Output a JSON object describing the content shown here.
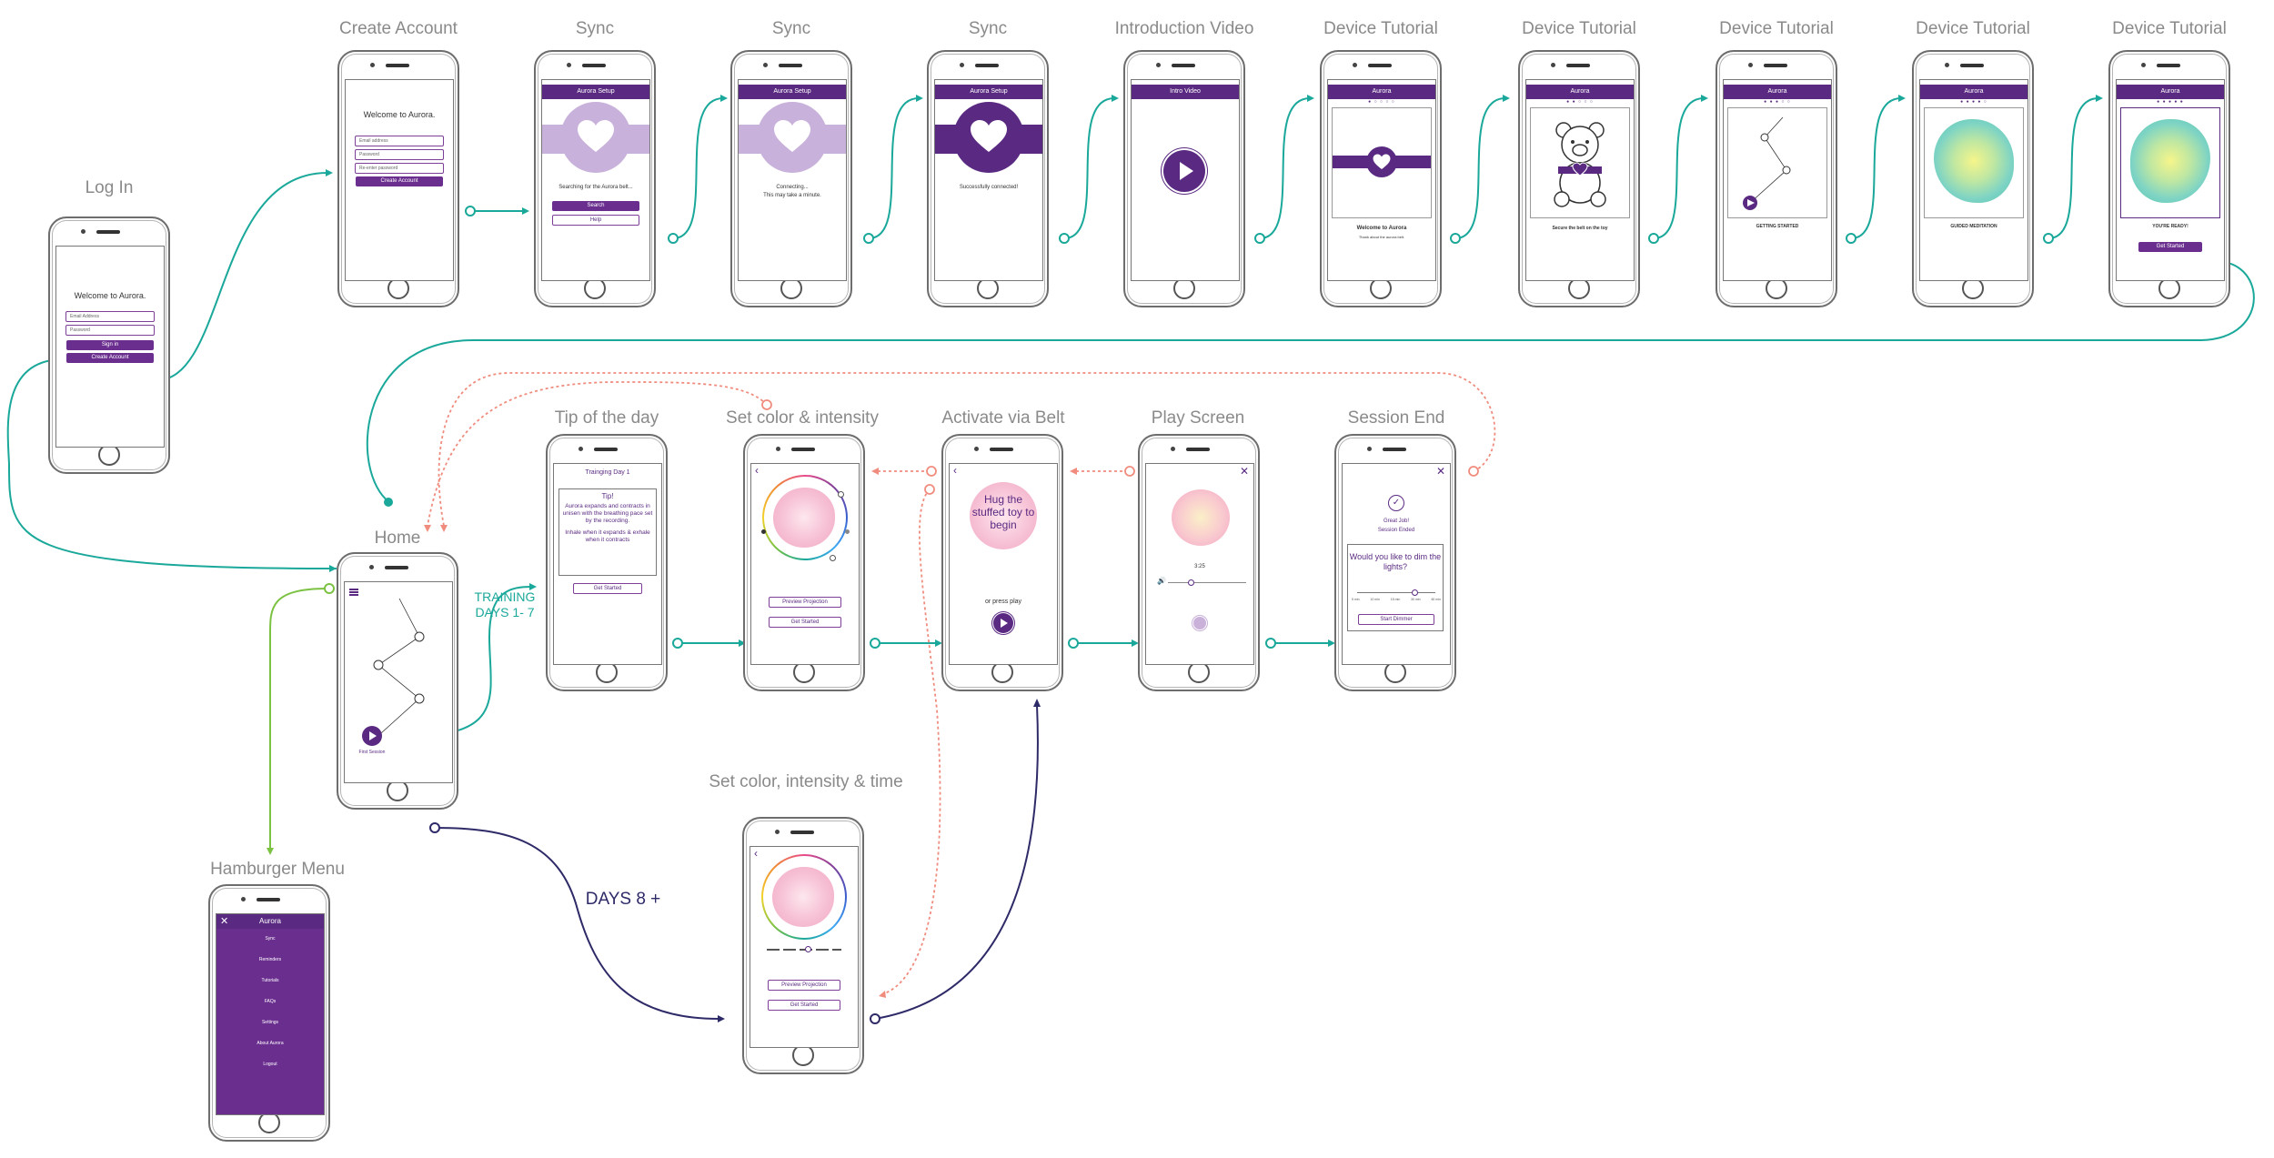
{
  "screens": {
    "login": {
      "title": "Log In",
      "welcome": "Welcome to Aurora.",
      "email_placeholder": "Email Address",
      "password_placeholder": "Password",
      "sign_in": "Sign in",
      "create_account": "Create Account"
    },
    "create_account": {
      "title": "Create Account",
      "welcome": "Welcome to Aurora.",
      "email_placeholder": "Email address",
      "password_placeholder": "Password",
      "repassword_placeholder": "Re-enter password",
      "create_button": "Create Account"
    },
    "sync1": {
      "title": "Sync",
      "bar": "Aurora Setup",
      "status": "Searching for the Aurora belt...",
      "search_button": "Search",
      "help_button": "Help"
    },
    "sync2": {
      "title": "Sync",
      "bar": "Aurora Setup",
      "status_line1": "Connecting...",
      "status_line2": "This may take a minute."
    },
    "sync3": {
      "title": "Sync",
      "bar": "Aurora Setup",
      "status": "Successfully connected!"
    },
    "intro_video": {
      "title": "Introduction Video",
      "bar": "Intro Video"
    },
    "tutorial1": {
      "title": "Device Tutorial",
      "bar": "Aurora",
      "heading": "Welcome to Aurora",
      "body": "Thank about the aurora belt."
    },
    "tutorial2": {
      "title": "Device Tutorial",
      "bar": "Aurora",
      "heading": "Secure the belt on the toy"
    },
    "tutorial3": {
      "title": "Device Tutorial",
      "bar": "Aurora",
      "heading": "GETTING STARTED"
    },
    "tutorial4": {
      "title": "Device Tutorial",
      "bar": "Aurora",
      "heading": "GUIDED MEDITATION"
    },
    "tutorial5": {
      "title": "Device Tutorial",
      "bar": "Aurora",
      "heading": "YOU'RE READY!",
      "button": "Get Started"
    },
    "home": {
      "title": "Home",
      "first_session": "First Session"
    },
    "hamburger": {
      "title": "Hamburger Menu",
      "header": "Aurora",
      "items": [
        "Sync",
        "Reminders",
        "Tutorials",
        "FAQs",
        "Settings",
        "About Aurora",
        "Logout"
      ]
    },
    "tip": {
      "title": "Tip of the day",
      "header": "Trainging Day 1",
      "tip_label": "Tip!",
      "tip_body": "Aurora expands and contracts in unisen with the breathing pace set by the recording.",
      "tip_body2": "Inhale when it expands & exhale when it contracts",
      "button": "Get Started"
    },
    "set_color": {
      "title": "Set color & intensity",
      "preview_button": "Preview Projection",
      "start_button": "Get Started"
    },
    "activate": {
      "title": "Activate via Belt",
      "hug_text": "Hug the stuffed toy to begin",
      "or_press": "or press play"
    },
    "play": {
      "title": "Play Screen",
      "time": "3:25"
    },
    "session_end": {
      "title": "Session End",
      "great": "Great Job!",
      "ended": "Session Ended",
      "question": "Would you like to dim the lights?",
      "button": "Start Dimmer",
      "slider_labels": [
        "5 min",
        "10 min",
        "15 min",
        "30 min",
        "60 min"
      ]
    },
    "set_color_time": {
      "title": "Set color, intensity & time",
      "preview_button": "Preview Projection",
      "start_button": "Get Started"
    }
  },
  "annotations": {
    "training": "TRAINING DAYS 1- 7",
    "days8": "DAYS 8 +"
  },
  "colors": {
    "teal": "#1aa89a",
    "salmon": "#f08c7e",
    "navy": "#2e2a68",
    "green": "#7cc242",
    "purple": "#5a2a82"
  }
}
